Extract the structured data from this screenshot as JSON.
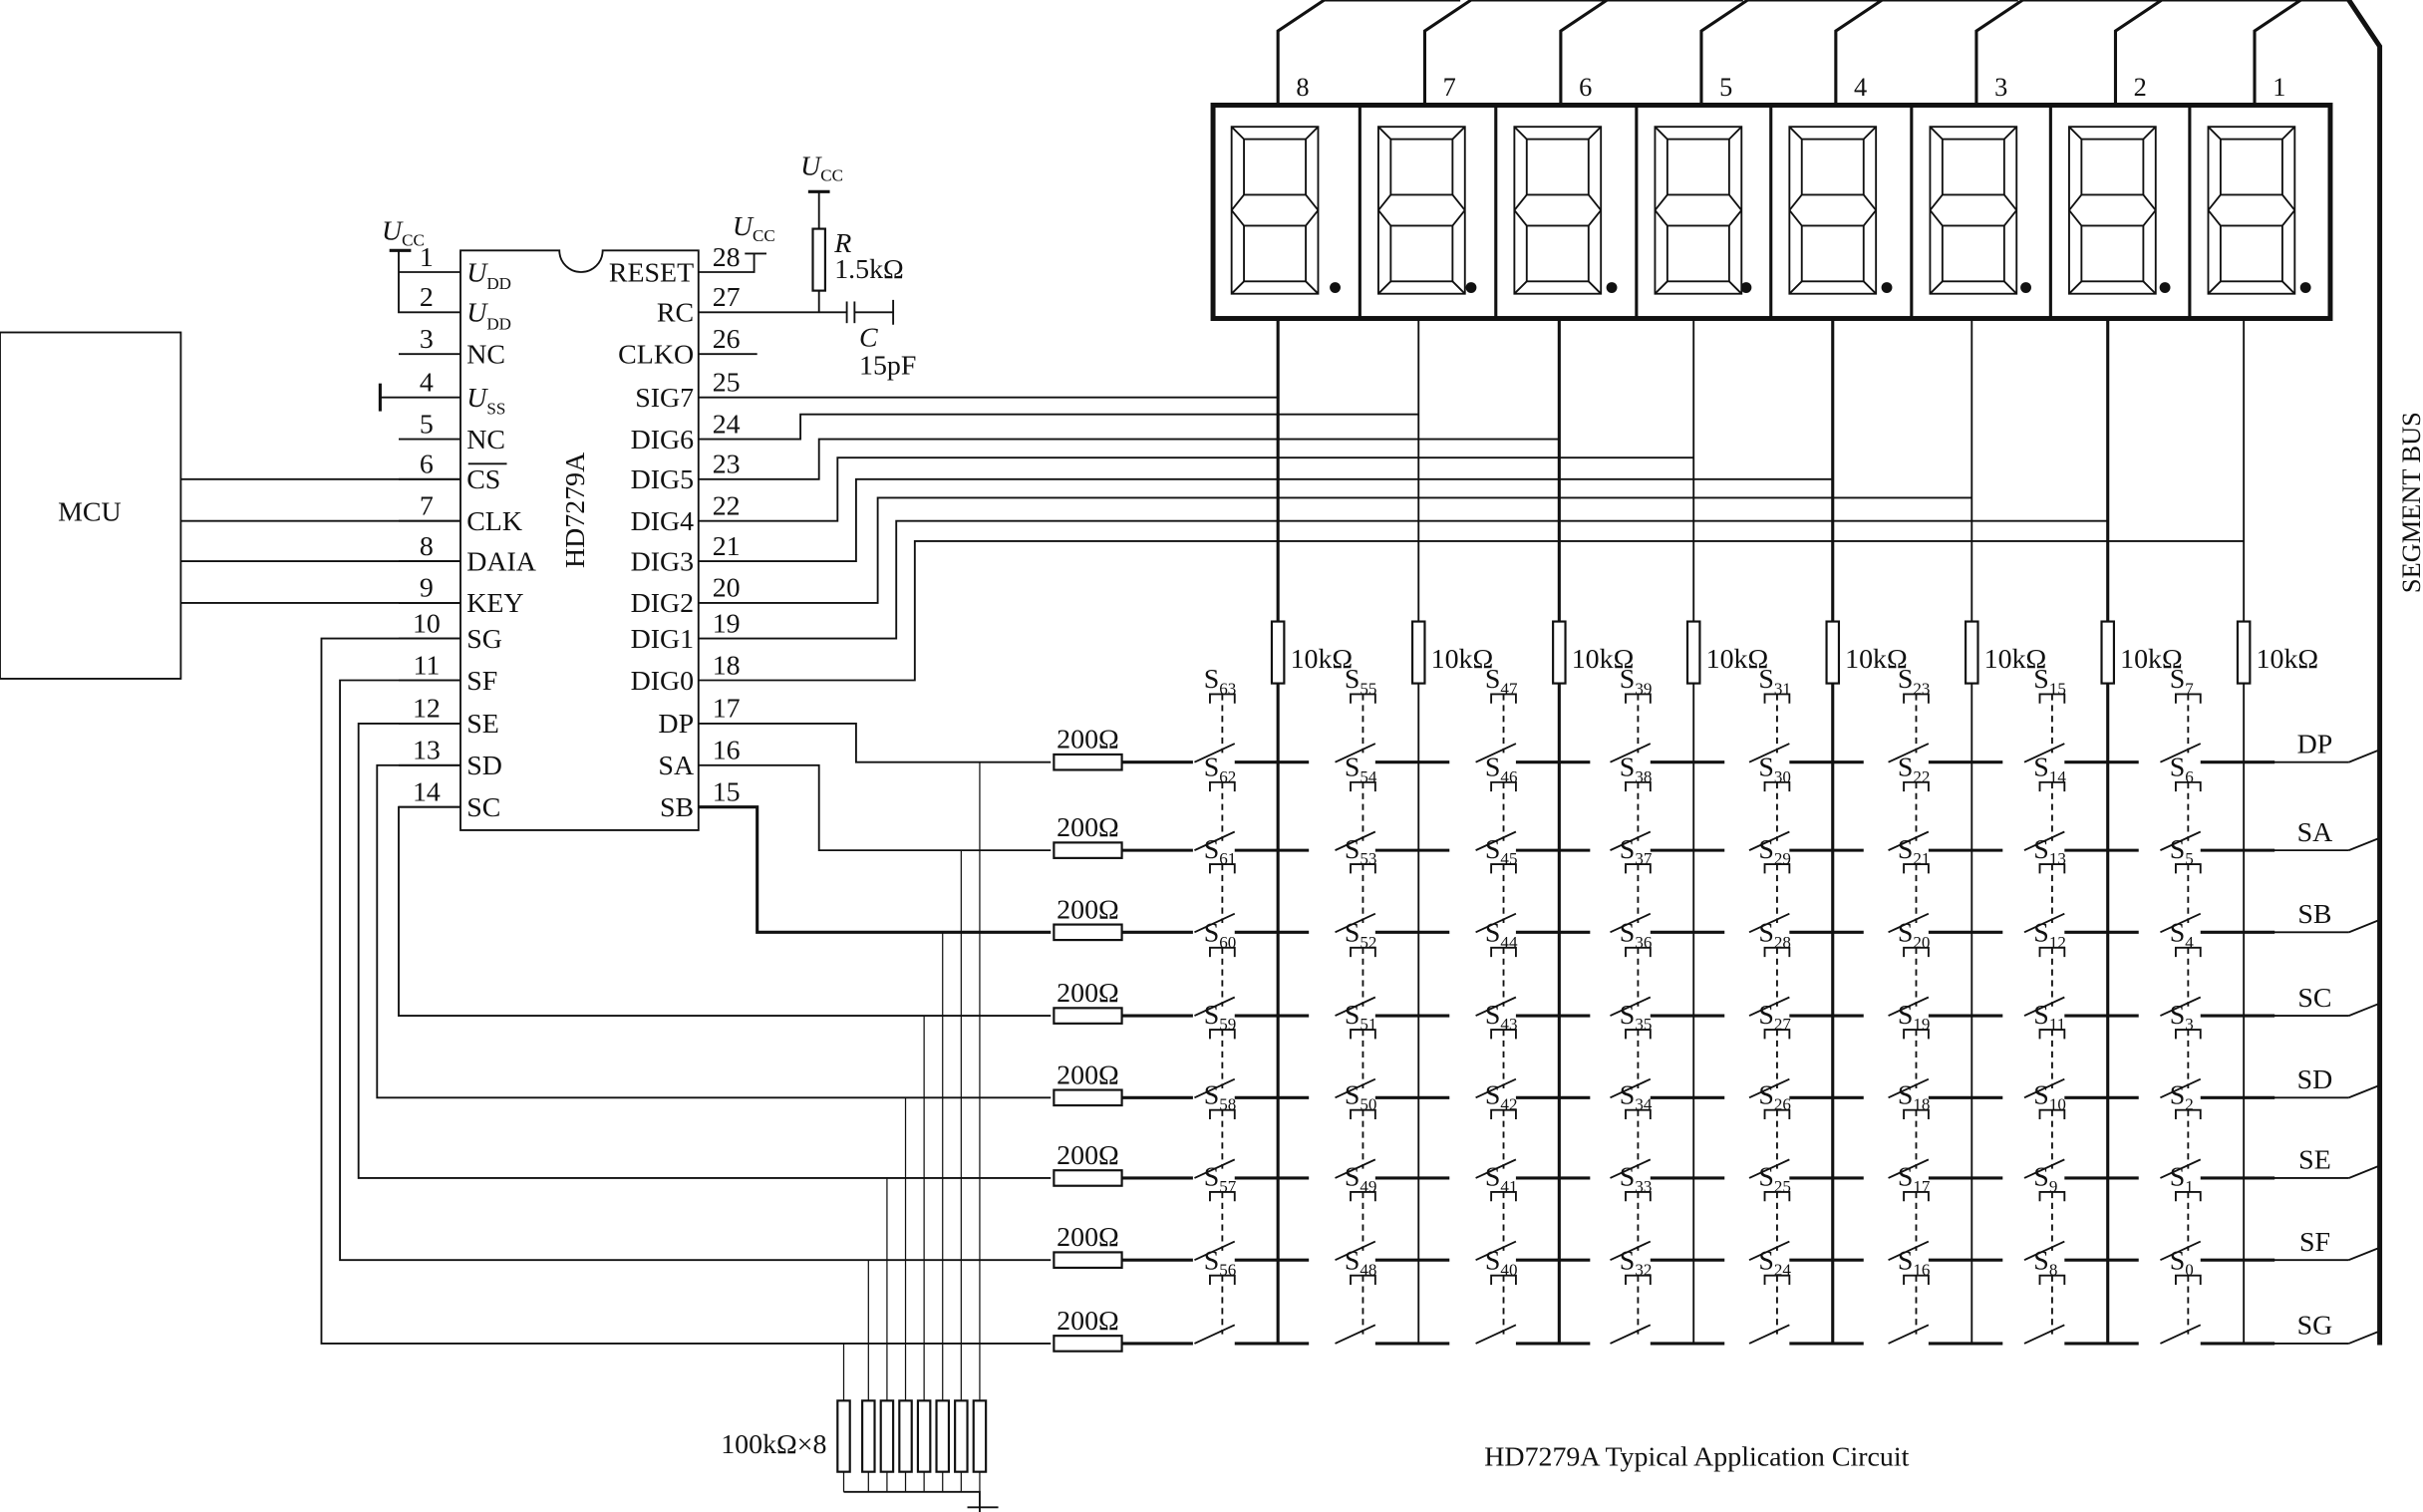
{
  "title": "HD7279A Typical Application Circuit",
  "mcu": {
    "label": "MCU"
  },
  "chip": {
    "name": "HD7279A",
    "left_pins": [
      {
        "num": "1",
        "label": "U",
        "sub": "DD"
      },
      {
        "num": "2",
        "label": "U",
        "sub": "DD"
      },
      {
        "num": "3",
        "label": "NC",
        "sub": ""
      },
      {
        "num": "4",
        "label": "U",
        "sub": "SS"
      },
      {
        "num": "5",
        "label": "NC",
        "sub": ""
      },
      {
        "num": "6",
        "label": "CS",
        "sub": "",
        "overbar": true
      },
      {
        "num": "7",
        "label": "CLK",
        "sub": ""
      },
      {
        "num": "8",
        "label": "DAIA",
        "sub": ""
      },
      {
        "num": "9",
        "label": "KEY",
        "sub": ""
      },
      {
        "num": "10",
        "label": "SG",
        "sub": ""
      },
      {
        "num": "11",
        "label": "SF",
        "sub": ""
      },
      {
        "num": "12",
        "label": "SE",
        "sub": ""
      },
      {
        "num": "13",
        "label": "SD",
        "sub": ""
      },
      {
        "num": "14",
        "label": "SC",
        "sub": ""
      }
    ],
    "right_pins": [
      {
        "num": "28",
        "label": "RESET"
      },
      {
        "num": "27",
        "label": "RC"
      },
      {
        "num": "26",
        "label": "CLKO"
      },
      {
        "num": "25",
        "label": "SIG7"
      },
      {
        "num": "24",
        "label": "DIG6"
      },
      {
        "num": "23",
        "label": "DIG5"
      },
      {
        "num": "22",
        "label": "DIG4"
      },
      {
        "num": "21",
        "label": "DIG3"
      },
      {
        "num": "20",
        "label": "DIG2"
      },
      {
        "num": "19",
        "label": "DIG1"
      },
      {
        "num": "18",
        "label": "DIG0"
      },
      {
        "num": "17",
        "label": "DP"
      },
      {
        "num": "16",
        "label": "SA"
      },
      {
        "num": "15",
        "label": "SB"
      }
    ]
  },
  "power": {
    "ucc_label": "U",
    "ucc_sub": "CC"
  },
  "rc_network": {
    "r_name": "R",
    "r_value": "1.5kΩ",
    "c_name": "C",
    "c_value": "15pF"
  },
  "display": {
    "digit_labels": [
      "8",
      "7",
      "6",
      "5",
      "4",
      "3",
      "2",
      "1"
    ]
  },
  "digit_resistor_value": "10kΩ",
  "segment_resistor_value": "200Ω",
  "pulldown_label": "100kΩ×8",
  "segment_bus_label": "SEGMENT BUS",
  "segment_rows": [
    "DP",
    "SA",
    "SB",
    "SC",
    "SD",
    "SE",
    "SF",
    "SG"
  ],
  "switch_prefix": "S",
  "switch_grid": [
    [
      "63",
      "55",
      "47",
      "39",
      "31",
      "23",
      "15",
      "7"
    ],
    [
      "62",
      "54",
      "46",
      "38",
      "30",
      "22",
      "14",
      "6"
    ],
    [
      "61",
      "53",
      "45",
      "37",
      "29",
      "21",
      "13",
      "5"
    ],
    [
      "60",
      "52",
      "44",
      "36",
      "28",
      "20",
      "12",
      "4"
    ],
    [
      "59",
      "51",
      "43",
      "35",
      "27",
      "19",
      "11",
      "3"
    ],
    [
      "58",
      "50",
      "42",
      "34",
      "26",
      "18",
      "10",
      "2"
    ],
    [
      "57",
      "49",
      "41",
      "33",
      "25",
      "17",
      "9",
      "1"
    ],
    [
      "56",
      "48",
      "40",
      "32",
      "24",
      "16",
      "8",
      "0"
    ]
  ]
}
